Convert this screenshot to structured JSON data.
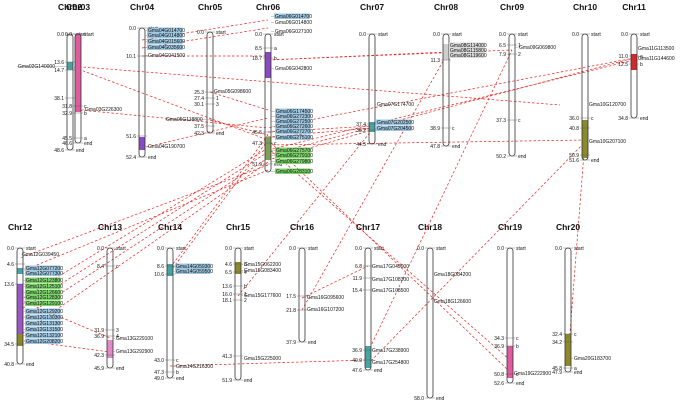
{
  "colors": {
    "chromosome_outline": "#333333",
    "link": "#e8231c",
    "highlight_blue": "#9ec6e0",
    "highlight_green": "#7dd36b",
    "highlight_gray": "#d9d9d9"
  },
  "chromosomes": [
    {
      "id": "chr02",
      "name": "Chr02",
      "positions": [
        {
          "value": "0.0",
          "label": "start"
        },
        {
          "value": "13.6",
          "label": "a"
        },
        {
          "value": "14.7",
          "label": "b"
        },
        {
          "value": "38.1",
          "label": "c"
        },
        {
          "value": "48.6",
          "label": "end"
        }
      ],
      "genes": [
        "Gma02G140000"
      ]
    },
    {
      "id": "chr03",
      "name": "Chr03",
      "positions": [
        {
          "value": "0.0",
          "label": "start"
        },
        {
          "value": "31.8",
          "label": "c"
        },
        {
          "value": "32.9",
          "label": "b"
        },
        {
          "value": "45.5",
          "label": "a"
        },
        {
          "value": "46.6",
          "label": "end"
        }
      ],
      "genes": [
        "Gma03G226300"
      ]
    },
    {
      "id": "chr04",
      "name": "Chr04",
      "positions": [
        {
          "value": "0.0",
          "label": "start"
        },
        {
          "value": "10.1",
          "label": ""
        },
        {
          "value": "51.6",
          "label": ""
        },
        {
          "value": "52.4",
          "label": "end"
        }
      ],
      "genes": [
        "Gma04G014700",
        "Gma04G014800",
        "Gma04G015600",
        "Gma04G035600",
        "Gma04G041500",
        "Gma04G190700"
      ]
    },
    {
      "id": "chr05",
      "name": "Chr05",
      "positions": [
        {
          "value": "0.0",
          "label": "start"
        },
        {
          "value": "25.3",
          "label": ""
        },
        {
          "value": "27.4",
          "label": "1"
        },
        {
          "value": "30.1",
          "label": "3"
        },
        {
          "value": "37.5",
          "label": ""
        },
        {
          "value": "42.3",
          "label": "end"
        }
      ],
      "genes": [
        "Gma05G098600",
        "Gma05G118800"
      ]
    },
    {
      "id": "chr06",
      "name": "Chr06",
      "positions": [
        {
          "value": "0.0",
          "label": "start"
        },
        {
          "value": "8.5",
          "label": "a"
        },
        {
          "value": "18.7",
          "label": "b"
        },
        {
          "value": "45.5",
          "label": ""
        },
        {
          "value": "47.3",
          "label": "c"
        },
        {
          "value": "51.9",
          "label": "end"
        }
      ],
      "genes": [
        "Gma06G014700",
        "Gma06G014800",
        "Gma06G027100",
        "Gma06G042800",
        "Gma06G174500",
        "Gma06G272300",
        "Gma06G272500",
        "Gma06G272600",
        "Gma06G272700",
        "Gma06G275100",
        "Gma06G275700",
        "Gma06G279100",
        "Gma06G279800",
        "Gma06G283100"
      ]
    },
    {
      "id": "chr07",
      "name": "Chr07",
      "positions": [
        {
          "value": "0.0",
          "label": "start"
        },
        {
          "value": "37.4",
          "label": ""
        },
        {
          "value": "38.2",
          "label": ""
        },
        {
          "value": "44.5",
          "label": "end"
        }
      ],
      "genes": [
        "Gma07G174700",
        "Gma07G202500",
        "Gma07G204500"
      ]
    },
    {
      "id": "chr08",
      "name": "Chr08",
      "positions": [
        {
          "value": "0.0",
          "label": "start"
        },
        {
          "value": "11.3",
          "label": ""
        },
        {
          "value": "38.9",
          "label": "c"
        },
        {
          "value": "47.8",
          "label": "end"
        }
      ],
      "genes": [
        "Gma08G114000",
        "Gma08G115800",
        "Gma08G119600"
      ]
    },
    {
      "id": "chr09",
      "name": "Chr09",
      "positions": [
        {
          "value": "0.0",
          "label": "start"
        },
        {
          "value": "6.5",
          "label": "1"
        },
        {
          "value": "7.9",
          "label": "2"
        },
        {
          "value": "37.3",
          "label": "c"
        },
        {
          "value": "50.2",
          "label": "end"
        }
      ],
      "genes": [
        "Gma09G069800"
      ]
    },
    {
      "id": "chr10",
      "name": "Chr10",
      "positions": [
        {
          "value": "0.0",
          "label": "start"
        },
        {
          "value": "36.0",
          "label": "c"
        },
        {
          "value": "40.8",
          "label": ""
        },
        {
          "value": "50.9",
          "label": ""
        },
        {
          "value": "51.6",
          "label": "end"
        }
      ],
      "genes": [
        "Gma10G120700",
        "Gma10G207100"
      ]
    },
    {
      "id": "chr11",
      "name": "Chr11",
      "positions": [
        {
          "value": "0.0",
          "label": "start"
        },
        {
          "value": "11.0",
          "label": "a"
        },
        {
          "value": "12.5",
          "label": "b"
        },
        {
          "value": "34.8",
          "label": "end"
        }
      ],
      "genes": [
        "Gma11G113500",
        "Gma11G144600"
      ]
    },
    {
      "id": "chr12",
      "name": "Chr12",
      "positions": [
        {
          "value": "0.0",
          "label": "start"
        },
        {
          "value": "4.6",
          "label": ""
        },
        {
          "value": "13.6",
          "label": ""
        },
        {
          "value": "34.5",
          "label": ""
        },
        {
          "value": "40.8",
          "label": "end"
        }
      ],
      "genes": [
        "Gma12G039450",
        "Gma12G077200",
        "Gma12G077300",
        "Gma12G123800",
        "Gma12G125100",
        "Gma12G126600",
        "Gma12G128300",
        "Gma12G129100",
        "Gma12G129200",
        "Gma12G130300",
        "Gma12G131300",
        "Gma12G131500",
        "Gma12G132100",
        "Gma12G208200"
      ]
    },
    {
      "id": "chr13",
      "name": "Chr13",
      "positions": [
        {
          "value": "0.0",
          "label": "start"
        },
        {
          "value": "8.4",
          "label": "c"
        },
        {
          "value": "31.9",
          "label": "3"
        },
        {
          "value": "36.9",
          "label": "4"
        },
        {
          "value": "42.3",
          "label": ""
        },
        {
          "value": "45.9",
          "label": "end"
        }
      ],
      "genes": [
        "Gma13G229100",
        "Gma13G292900"
      ]
    },
    {
      "id": "chr14",
      "name": "Chr14",
      "positions": [
        {
          "value": "0.0",
          "label": "start"
        },
        {
          "value": "8.6",
          "label": ""
        },
        {
          "value": "10.6",
          "label": ""
        },
        {
          "value": "43.0",
          "label": "c"
        },
        {
          "value": "47.3",
          "label": "b"
        },
        {
          "value": "49.0",
          "label": "end"
        }
      ],
      "genes": [
        "Gma14G059300",
        "Gma14G059500",
        "Gma14G216300"
      ]
    },
    {
      "id": "chr15",
      "name": "Chr15",
      "positions": [
        {
          "value": "0.0",
          "label": "start"
        },
        {
          "value": "4.6",
          "label": "3"
        },
        {
          "value": "6.5",
          "label": "4"
        },
        {
          "value": "13.6",
          "label": "b"
        },
        {
          "value": "16.0",
          "label": "1"
        },
        {
          "value": "18.1",
          "label": "2"
        },
        {
          "value": "41.3",
          "label": ""
        },
        {
          "value": "51.9",
          "label": "end"
        }
      ],
      "genes": [
        "Gma15G062200",
        "Gma15G083400",
        "Gma15G177600",
        "Gma15G225000"
      ]
    },
    {
      "id": "chr16",
      "name": "Chr16",
      "positions": [
        {
          "value": "0.0",
          "label": "start"
        },
        {
          "value": "17.5",
          "label": ""
        },
        {
          "value": "21.8",
          "label": ""
        },
        {
          "value": "37.9",
          "label": "end"
        }
      ],
      "genes": [
        "Gma16G095600",
        "Gma16G107200"
      ]
    },
    {
      "id": "chr17",
      "name": "Chr17",
      "positions": [
        {
          "value": "0.0",
          "label": "start"
        },
        {
          "value": "6.8",
          "label": ""
        },
        {
          "value": "11.9",
          "label": ""
        },
        {
          "value": "15.4",
          "label": ""
        },
        {
          "value": "36.9",
          "label": ""
        },
        {
          "value": "40.9",
          "label": ""
        },
        {
          "value": "47.6",
          "label": "end"
        }
      ],
      "genes": [
        "Gma17G049000",
        "Gma17G108300",
        "Gma17G108500",
        "Gma17G238900",
        "Gma17G254800"
      ]
    },
    {
      "id": "chr18",
      "name": "Chr18",
      "positions": [
        {
          "value": "0.0",
          "label": "start"
        },
        {
          "value": "58.0",
          "label": "end"
        }
      ],
      "genes": [
        "Gma18G084200",
        "Gma18G126600"
      ]
    },
    {
      "id": "chr19",
      "name": "Chr19",
      "positions": [
        {
          "value": "0.0",
          "label": "start"
        },
        {
          "value": "34.3",
          "label": "c"
        },
        {
          "value": "36.9",
          "label": "b"
        },
        {
          "value": "50.8",
          "label": "c"
        },
        {
          "value": "52.6",
          "label": "end"
        }
      ],
      "genes": [
        "Gma19G222900"
      ]
    },
    {
      "id": "chr20",
      "name": "Chr20",
      "positions": [
        {
          "value": "0.0",
          "label": "start"
        },
        {
          "value": "32.4",
          "label": "c"
        },
        {
          "value": "34.2",
          "label": ""
        },
        {
          "value": "45.8",
          "label": "a"
        },
        {
          "value": "47.9",
          "label": "end"
        }
      ],
      "genes": [
        "Gma20G183700"
      ]
    }
  ]
}
